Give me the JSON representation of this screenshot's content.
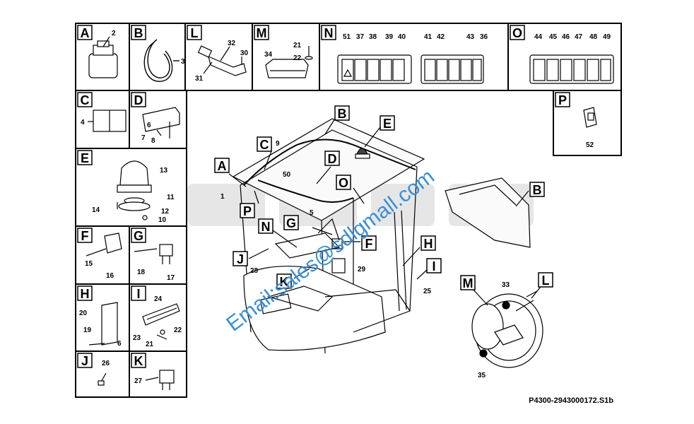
{
  "panels": {
    "A": {
      "letter": "A",
      "parts": [
        "2"
      ]
    },
    "B": {
      "letter": "B",
      "parts": [
        "3"
      ]
    },
    "L": {
      "letter": "L",
      "parts": [
        "32",
        "30",
        "31"
      ]
    },
    "M": {
      "letter": "M",
      "parts": [
        "34",
        "21",
        "22"
      ]
    },
    "N": {
      "letter": "N",
      "parts": [
        "51",
        "37",
        "38",
        "39",
        "40",
        "41",
        "42",
        "43",
        "36"
      ]
    },
    "O": {
      "letter": "O",
      "parts": [
        "44",
        "45",
        "46",
        "47",
        "48",
        "49"
      ]
    },
    "C": {
      "letter": "C",
      "parts": [
        "4"
      ]
    },
    "D": {
      "letter": "D",
      "parts": [
        "6",
        "7",
        "8"
      ]
    },
    "E": {
      "letter": "E",
      "parts": [
        "13",
        "11",
        "14",
        "12",
        "10"
      ]
    },
    "F": {
      "letter": "F",
      "parts": [
        "15",
        "16"
      ]
    },
    "G": {
      "letter": "G",
      "parts": [
        "18",
        "17"
      ]
    },
    "H": {
      "letter": "H",
      "parts": [
        "20",
        "19",
        "6"
      ]
    },
    "I": {
      "letter": "I",
      "parts": [
        "24",
        "23",
        "22",
        "21"
      ]
    },
    "J": {
      "letter": "J",
      "parts": [
        "26"
      ]
    },
    "K": {
      "letter": "K",
      "parts": [
        "27"
      ]
    },
    "P": {
      "letter": "P",
      "parts": [
        "52"
      ]
    }
  },
  "main_callouts": {
    "letters": [
      "A",
      "C",
      "B",
      "E",
      "D",
      "O",
      "P",
      "N",
      "G",
      "F",
      "J",
      "K",
      "H",
      "I",
      "B",
      "M",
      "L"
    ],
    "numbers": [
      "1",
      "9",
      "50",
      "5",
      "28",
      "29",
      "25",
      "33",
      "35"
    ]
  },
  "watermark": {
    "text": "Email:sales@sdlgmall.com",
    "brand": "SDLG"
  },
  "figure_code": "P4300-2943000172.S1b",
  "colors": {
    "watermark_blue": "#3b8fd6",
    "ghost_logo": "#e4e4e4",
    "line": "#000000"
  }
}
